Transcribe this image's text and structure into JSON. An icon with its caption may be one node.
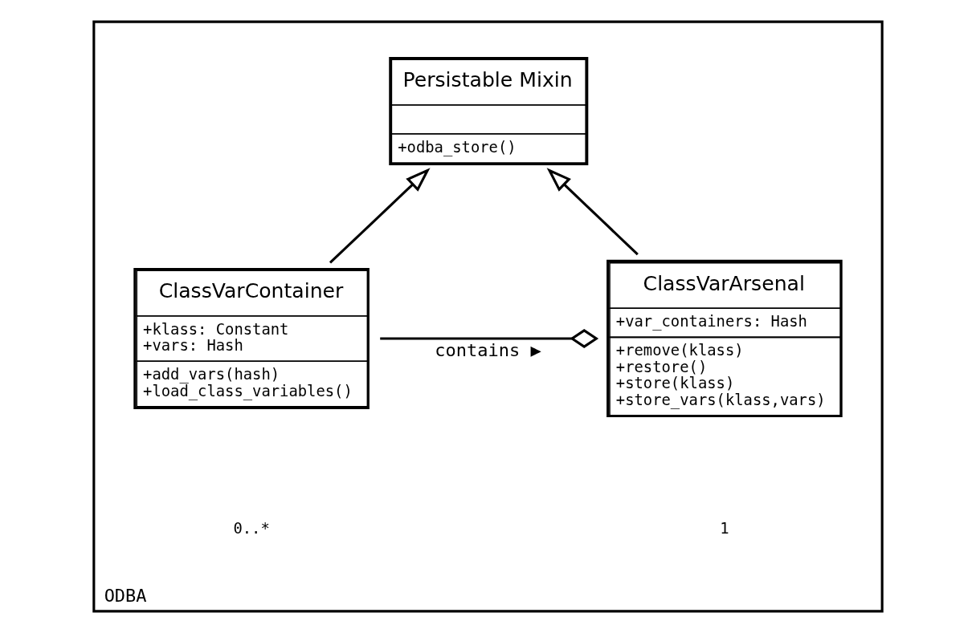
{
  "diagram": {
    "nodes": [
      {
        "text": [
          "ODBA"
        ]
      },
      {
        "text": [
          "Persistable Mixin",
          "+odba_store()"
        ],
        "in": 0
      },
      {
        "text": [
          "ClassVarArsenal",
          "+var_containers: Hash",
          "+remove(klass)",
          "+restore()",
          "+store(klass)",
          "+store_vars(klass,vars)"
        ],
        "in": 0
      },
      {
        "text": [
          "ClassVarContainer",
          "+klass: Constant",
          "+vars: Hash",
          "+add_vars(hash)",
          "+load_class_variables()"
        ],
        "in": 0
      }
    ],
    "edges": [
      {
        "from": 2,
        "to": 1,
        "arrow": "to"
      },
      {
        "from": 3,
        "to": 1,
        "arrow": "to"
      },
      {
        "from": 2,
        "to": 3,
        "arrow": "other",
        "label": "contains ▶"
      }
    ],
    "labels": [
      "1",
      "0..*"
    ]
  }
}
